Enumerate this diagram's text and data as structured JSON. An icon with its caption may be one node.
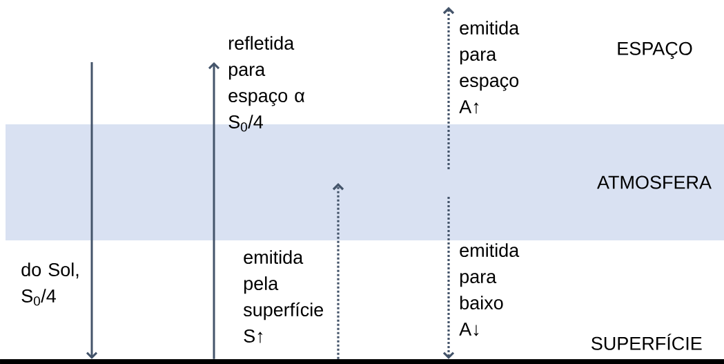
{
  "diagram": {
    "nodes": [
      {
        "text": [
          "ATMOSFERA"
        ]
      },
      {
        "text": [],
        "shape": "bar",
        "beside": [
          "SUPERFÍCIE"
        ]
      }
    ],
    "edges": [
      {
        "from": null,
        "to": 1,
        "arrow": "to",
        "label": "do Sol, S$_{0}$/4"
      },
      {
        "from": 1,
        "to": null,
        "arrow": "to",
        "label": "refletida para espaço α S$_{0}$/4"
      },
      {
        "from": 1,
        "to": 0,
        "arrow": "to",
        "style": "dashed",
        "label": "emitida pela superfície S↑"
      },
      {
        "from": 0,
        "to": null,
        "arrow": "to",
        "style": "dashed",
        "label": "emitida para espaço A↑"
      },
      {
        "from": 0,
        "to": 1,
        "arrow": "to",
        "style": "dashed",
        "label": "emitida para baixo A↓"
      }
    ],
    "labels": [
      "ESPAÇO"
    ]
  }
}
